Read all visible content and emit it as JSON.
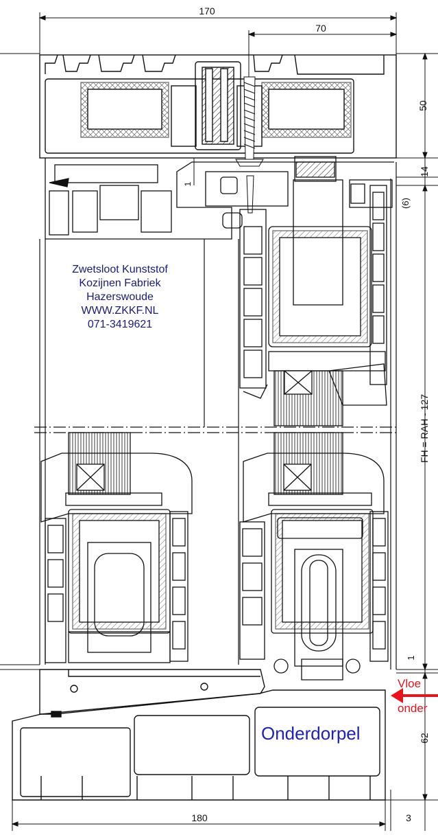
{
  "company": {
    "line1": "Zwetsloot Kunststof",
    "line2": "Kozijnen Fabriek",
    "line3": "Hazerswoude",
    "line4": "WWW.ZKKF.NL",
    "line5": "071-3419621"
  },
  "dimensions": {
    "top_total": "170",
    "top_partial": "70",
    "right_head": "50",
    "right_small": "14",
    "right_paren": "(6)",
    "right_formula": "FH = RAH - 127",
    "right_gap": "1",
    "right_sill": "62",
    "left_gap": "1",
    "bottom_total": "180",
    "bottom_extra": "3"
  },
  "labels": {
    "sill": "Onderdorpel",
    "note_line1": "Vloe",
    "note_line2": "onder"
  },
  "colors": {
    "line": "#111111",
    "company_text": "#1a1a7a",
    "sill_text": "#1e22b8",
    "arrow": "#e8141c"
  }
}
